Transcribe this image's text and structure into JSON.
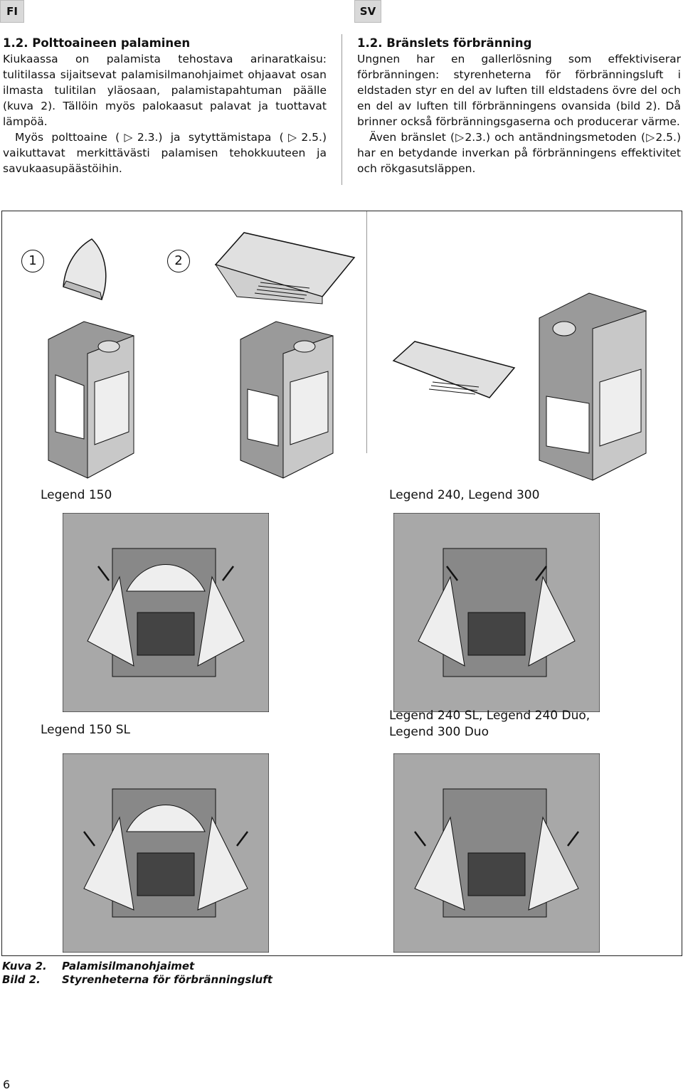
{
  "tags": {
    "fi": "FI",
    "sv": "SV"
  },
  "fi": {
    "heading": "1.2. Polttoaineen palaminen",
    "p1": "Kiukaassa on palamista tehostava arinaratkaisu: tulitilassa sijaitsevat palamisilmanohjaimet ohjaavat osan ilmasta tulitilan yläosaan, palamistapahtuman päälle (kuva 2). Tällöin myös palokaasut palavat ja tuottavat lämpöä.",
    "p2": "Myös polttoaine (▷2.3.) ja sytyttämistapa (▷2.5.) vaikuttavat merkittävästi palamisen tehokkuuteen ja savukaasupäästöihin."
  },
  "sv": {
    "heading": "1.2. Bränslets förbränning",
    "p1": "Ungnen har en gallerlösning som effektiviserar förbränningen: styrenheterna för förbränningsluft i eldstaden styr en del av luften till eldstadens övre del och en del av luften till förbränningens ovansida (bild 2). Då brinner också förbränningsgaserna och producerar värme.",
    "p2": "Även bränslet (▷2.3.) och antändningsmetoden (▷2.5.) har en betydande inverkan på förbränningens effektivitet och rökgasutsläppen."
  },
  "figure": {
    "marker1": "1",
    "marker2": "2",
    "label_150": "Legend 150",
    "label_240": "Legend 240, Legend 300",
    "label_150sl": "Legend 150 SL",
    "label_240sl_1": "Legend 240 SL, Legend 240 Duo,",
    "label_240sl_2": "Legend 300 Duo"
  },
  "captions": [
    {
      "num": "Kuva 2.",
      "text": "Palamisilmanohjaimet"
    },
    {
      "num": "Bild 2.",
      "text": "Styrenheterna för förbränningsluft"
    }
  ],
  "page_number": "6"
}
